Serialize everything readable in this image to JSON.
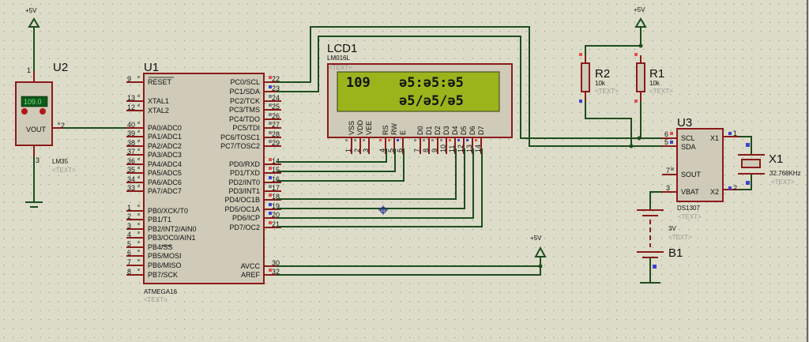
{
  "power_labels": {
    "vcc": "+5V"
  },
  "u2": {
    "ref": "U2",
    "part": "LM35",
    "text": "<TEXT>",
    "display": "109.0",
    "pin_label": "VOUT",
    "pins": [
      "1",
      "2",
      "3"
    ]
  },
  "u1": {
    "ref": "U1",
    "part": "ATMEGA16",
    "text": "<TEXT>",
    "left_pins": [
      {
        "num": "9",
        "label": "RESET"
      },
      {
        "num": "13",
        "label": "XTAL1"
      },
      {
        "num": "12",
        "label": "XTAL2"
      },
      {
        "num": "40",
        "label": "PA0/ADC0"
      },
      {
        "num": "39",
        "label": "PA1/ADC1"
      },
      {
        "num": "38",
        "label": "PA2/ADC2"
      },
      {
        "num": "37",
        "label": "PA3/ADC3"
      },
      {
        "num": "36",
        "label": "PA4/ADC4"
      },
      {
        "num": "35",
        "label": "PA5/ADC5"
      },
      {
        "num": "34",
        "label": "PA6/ADC6"
      },
      {
        "num": "33",
        "label": "PA7/ADC7"
      },
      {
        "num": "1",
        "label": "PB0/XCK/T0"
      },
      {
        "num": "2",
        "label": "PB1/T1"
      },
      {
        "num": "3",
        "label": "PB2/INT2/AIN0"
      },
      {
        "num": "4",
        "label": "PB3/OC0/AIN1"
      },
      {
        "num": "5",
        "label": "PB4/SS"
      },
      {
        "num": "6",
        "label": "PB5/MOSI"
      },
      {
        "num": "7",
        "label": "PB6/MISO"
      },
      {
        "num": "8",
        "label": "PB7/SCK"
      }
    ],
    "right_pins": [
      {
        "num": "22",
        "label": "PC0/SCL"
      },
      {
        "num": "23",
        "label": "PC1/SDA"
      },
      {
        "num": "24",
        "label": "PC2/TCK"
      },
      {
        "num": "25",
        "label": "PC3/TMS"
      },
      {
        "num": "26",
        "label": "PC4/TDO"
      },
      {
        "num": "27",
        "label": "PC5/TDI"
      },
      {
        "num": "28",
        "label": "PC6/TOSC1"
      },
      {
        "num": "29",
        "label": "PC7/TOSC2"
      },
      {
        "num": "14",
        "label": "PD0/RXD"
      },
      {
        "num": "15",
        "label": "PD1/TXD"
      },
      {
        "num": "16",
        "label": "PD2/INT0"
      },
      {
        "num": "17",
        "label": "PD3/INT1"
      },
      {
        "num": "18",
        "label": "PD4/OC1B"
      },
      {
        "num": "19",
        "label": "PD5/OC1A"
      },
      {
        "num": "20",
        "label": "PD6/ICP"
      },
      {
        "num": "21",
        "label": "PD7/OC2"
      },
      {
        "num": "30",
        "label": "AVCC"
      },
      {
        "num": "32",
        "label": "AREF"
      }
    ]
  },
  "lcd1": {
    "ref": "LCD1",
    "part": "LM016L",
    "text": "<TEXT>",
    "line1_left": "109",
    "line1_right": "ә5:ә5:ә5",
    "line2_right": "ә5/ә5/ә5",
    "pins": [
      {
        "num": "1",
        "label": "VSS"
      },
      {
        "num": "2",
        "label": "VDD"
      },
      {
        "num": "3",
        "label": "VEE"
      },
      {
        "num": "4",
        "label": "RS"
      },
      {
        "num": "5",
        "label": "RW"
      },
      {
        "num": "6",
        "label": "E"
      },
      {
        "num": "7",
        "label": "D0"
      },
      {
        "num": "8",
        "label": "D1"
      },
      {
        "num": "9",
        "label": "D2"
      },
      {
        "num": "10",
        "label": "D3"
      },
      {
        "num": "11",
        "label": "D4"
      },
      {
        "num": "12",
        "label": "D5"
      },
      {
        "num": "13",
        "label": "D6"
      },
      {
        "num": "14",
        "label": "D7"
      }
    ]
  },
  "r1": {
    "ref": "R1",
    "value": "10k",
    "text": "<TEXT>"
  },
  "r2": {
    "ref": "R2",
    "value": "10k",
    "text": "<TEXT>"
  },
  "u3": {
    "ref": "U3",
    "part": "DS1307",
    "text": "<TEXT>",
    "pins": [
      {
        "num": "6",
        "label": "SCL"
      },
      {
        "num": "5",
        "label": "SDA"
      },
      {
        "num": "7",
        "label": "SOUT"
      },
      {
        "num": "3",
        "label": "VBAT"
      },
      {
        "num": "1",
        "label": "X1"
      },
      {
        "num": "2",
        "label": "X2"
      }
    ]
  },
  "x1": {
    "ref": "X1",
    "value": "32.768KHz",
    "text": "<TEXT>"
  },
  "b1": {
    "ref": "B1",
    "value": "3V",
    "text": "<TEXT>"
  }
}
